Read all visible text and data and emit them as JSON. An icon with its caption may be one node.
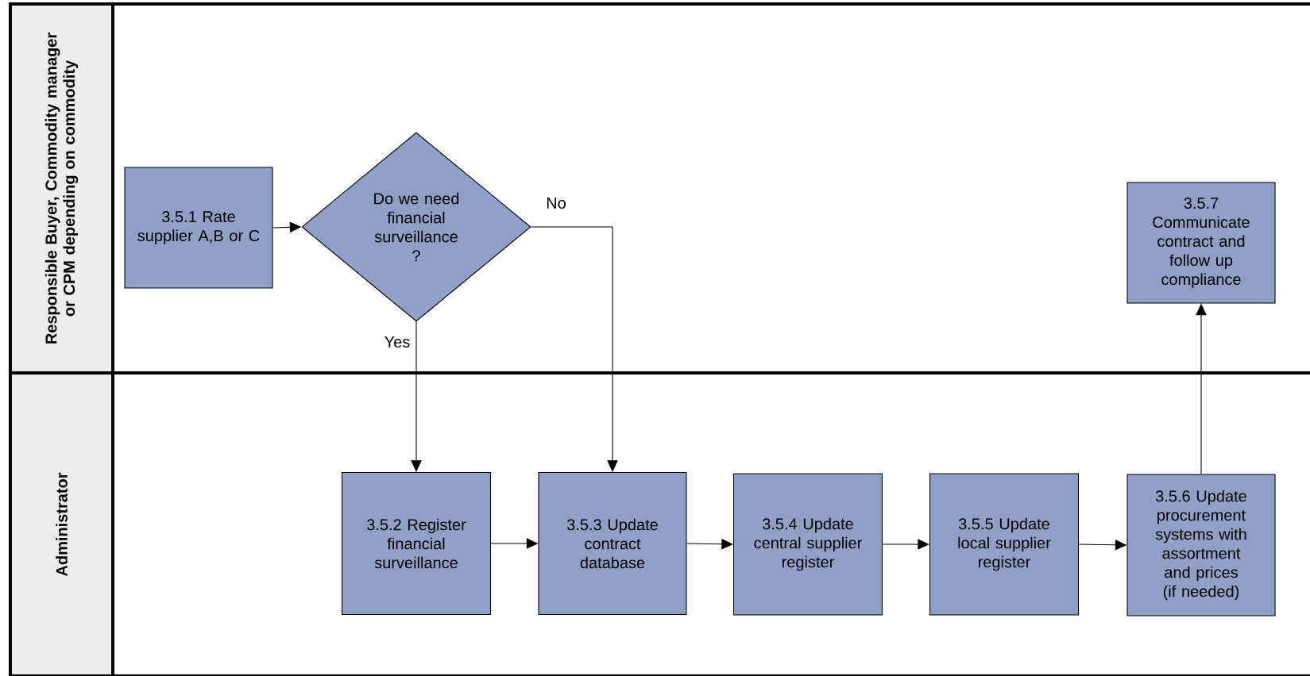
{
  "diagram": {
    "nodes": [
      {
        "text": [
          "Responsible Buyer, Commodity manager or CPM depending on commodity"
        ]
      },
      {
        "text": [
          "Administrator"
        ]
      },
      {
        "text": [
          "3.5.1 Rate supplier A,B or C"
        ],
        "in": 0
      },
      {
        "text": [
          "Do we need financial surveillance ?"
        ],
        "in": 0
      },
      {
        "text": [
          "3.5.7 Communicate contract and follow up compliance"
        ],
        "in": 0
      },
      {
        "text": [
          "3.5.2 Register financial surveillance"
        ],
        "in": 1
      },
      {
        "text": [
          "3.5.3 Update contract database"
        ],
        "in": 1
      },
      {
        "text": [
          "3.5.4 Update central supplier register"
        ],
        "in": 1
      },
      {
        "text": [
          "3.5.5 Update local supplier register"
        ],
        "in": 1
      },
      {
        "text": [
          "3.5.6 Update procurement systems with assortment and prices (if needed)"
        ],
        "in": 1
      }
    ],
    "edges": [
      {
        "from": 2,
        "to": 3,
        "arrow": "to"
      },
      {
        "from": 3,
        "to": 5,
        "arrow": "to",
        "label": "Yes"
      },
      {
        "from": 3,
        "to": 6,
        "arrow": "to",
        "label": "No"
      },
      {
        "from": 5,
        "to": 6,
        "arrow": "to"
      },
      {
        "from": 6,
        "to": 7,
        "arrow": "to"
      },
      {
        "from": 7,
        "to": 8,
        "arrow": "to"
      },
      {
        "from": 8,
        "to": 9,
        "arrow": "to"
      },
      {
        "from": 9,
        "to": 4,
        "arrow": "to"
      }
    ]
  }
}
